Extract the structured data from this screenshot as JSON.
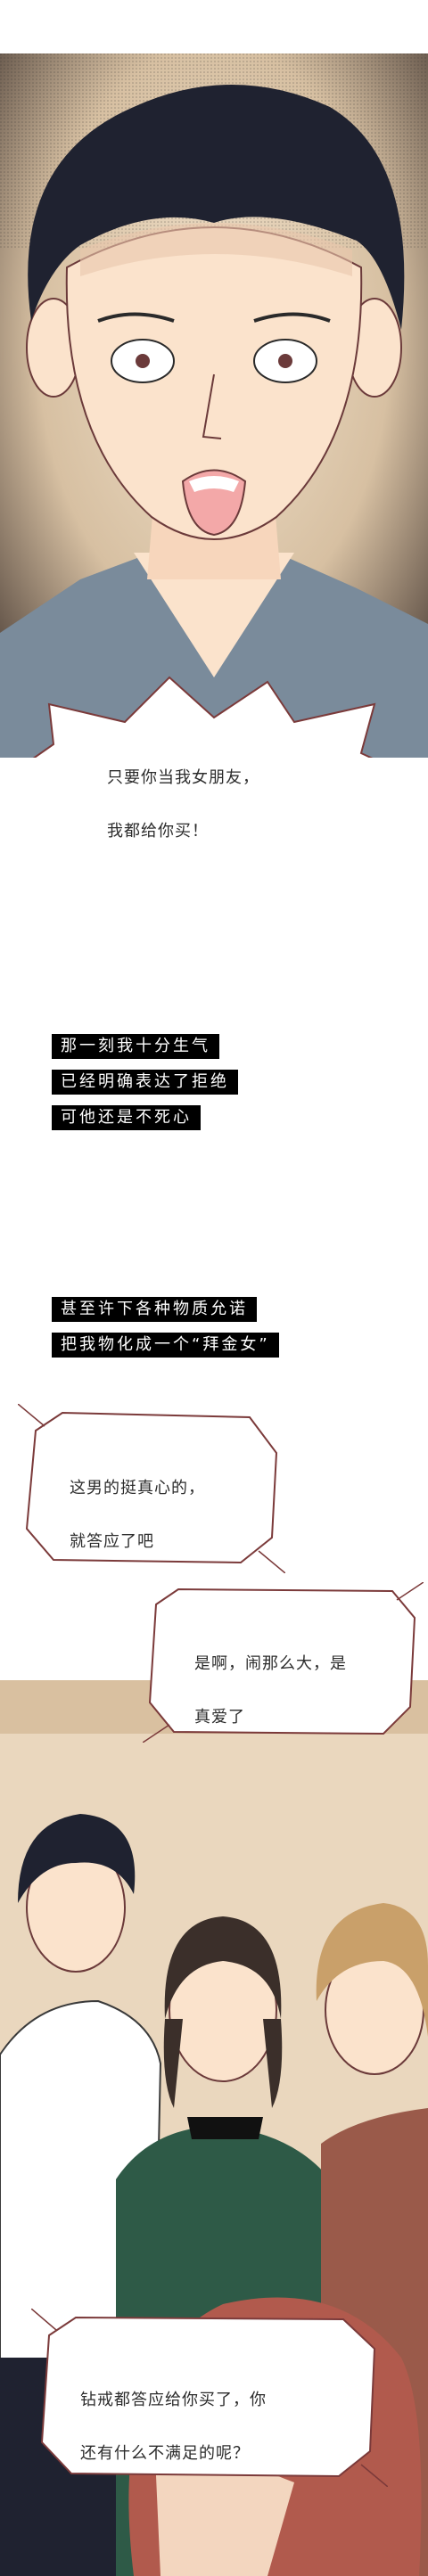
{
  "panels": {
    "panel_1": {
      "speech": [
        "只要你当我女朋友，",
        "我都给你买！"
      ]
    },
    "captions_1": [
      "那一刻我十分生气",
      "已经明确表达了拒绝",
      "可他还是不死心"
    ],
    "captions_2": [
      "甚至许下各种物质允诺",
      "把我物化成一个“拜金女”"
    ],
    "panel_2": {
      "bubble_left": [
        "这男的挺真心的，",
        "就答应了吧"
      ],
      "bubble_right": [
        "是啊，闹那么大，是",
        "真爱了"
      ],
      "bubble_bottom": [
        "钻戒都答应给你买了，你",
        "还有什么不满足的呢？"
      ]
    }
  },
  "colors": {
    "panel_border": "#7b3a3a",
    "hair": "#1f2230",
    "skin": "#fbe3cc",
    "background_wall": "#ead7be",
    "mouth": "#f3a8a8",
    "shirt": "#7a8b9b",
    "green_top": "#2e5a47",
    "brown_hair": "#b15a4d",
    "caption_bg": "#000000",
    "caption_text": "#ffffff"
  }
}
